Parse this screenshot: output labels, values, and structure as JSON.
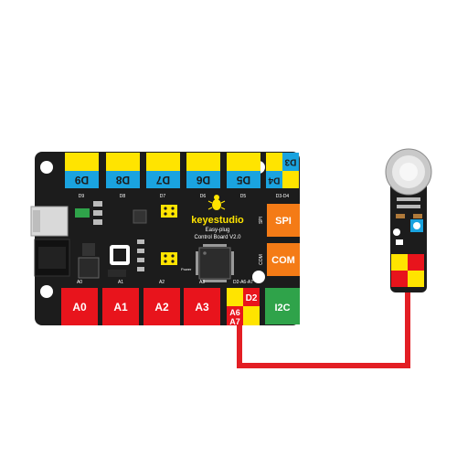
{
  "colors": {
    "pcb": "#1c1c1c",
    "yellow": "#ffe400",
    "blue": "#1aa3df",
    "red": "#e8141c",
    "orange": "#f47b16",
    "green": "#2fa34a",
    "wire": "#e31e24",
    "silk": "#ffffff"
  },
  "board": {
    "brand": "keyestudio",
    "product": "Easy-plug",
    "model": "Control Board  V2.0",
    "digital_ports": [
      {
        "label": "D9",
        "silk": "D9"
      },
      {
        "label": "D8",
        "silk": "D8"
      },
      {
        "label": "D7",
        "silk": "D7"
      },
      {
        "label": "D6",
        "silk": "D6"
      },
      {
        "label": "D5",
        "silk": "D5"
      }
    ],
    "d3_label": "D3",
    "d4_label": "D4",
    "d3d4_silk": "D3-D4",
    "analog_ports": [
      {
        "label": "A0",
        "silk": "A0"
      },
      {
        "label": "A1",
        "silk": "A1"
      },
      {
        "label": "A2",
        "silk": "A2"
      },
      {
        "label": "A3",
        "silk": "A3"
      }
    ],
    "spi_label": "SPI",
    "spi_silk": "SPI",
    "com_label": "COM",
    "com_silk": "COM",
    "i2c_label": "I2C",
    "d2_label": "D2",
    "a6_label": "A6",
    "a7_label": "A7",
    "d2_silk": "D2-A6-A7",
    "power_silk": "Power"
  },
  "sensor": {
    "icon": "vibration-sensor-module-icon"
  },
  "wire": {
    "icon": "red-connection-wire-icon"
  }
}
